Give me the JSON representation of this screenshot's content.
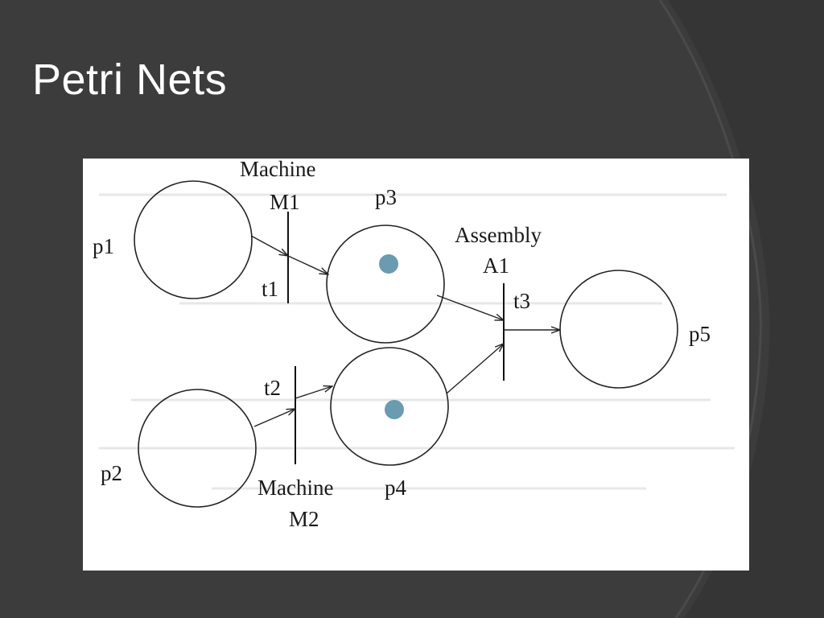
{
  "slide": {
    "title": "Petri Nets"
  },
  "diagram": {
    "places": [
      {
        "id": "p1",
        "label": "p1",
        "tokens": 0
      },
      {
        "id": "p2",
        "label": "p2",
        "tokens": 0
      },
      {
        "id": "p3",
        "label": "p3",
        "tokens": 1
      },
      {
        "id": "p4",
        "label": "p4",
        "tokens": 1
      },
      {
        "id": "p5",
        "label": "p5",
        "tokens": 0
      }
    ],
    "transitions": [
      {
        "id": "t1",
        "label": "t1",
        "caption_lines": [
          "Machine",
          "M1"
        ]
      },
      {
        "id": "t2",
        "label": "t2",
        "caption_lines": [
          "Machine",
          "M2"
        ]
      },
      {
        "id": "t3",
        "label": "t3",
        "caption_lines": [
          "Assembly",
          "A1"
        ]
      }
    ],
    "arcs": [
      {
        "from": "p1",
        "to": "t1"
      },
      {
        "from": "t1",
        "to": "p3"
      },
      {
        "from": "p2",
        "to": "t2"
      },
      {
        "from": "t2",
        "to": "p4"
      },
      {
        "from": "p3",
        "to": "t3"
      },
      {
        "from": "p4",
        "to": "t3"
      },
      {
        "from": "t3",
        "to": "p5"
      }
    ],
    "colors": {
      "token": "#6a9bb1",
      "background": "#3c3c3c",
      "panel": "#ffffff"
    }
  }
}
